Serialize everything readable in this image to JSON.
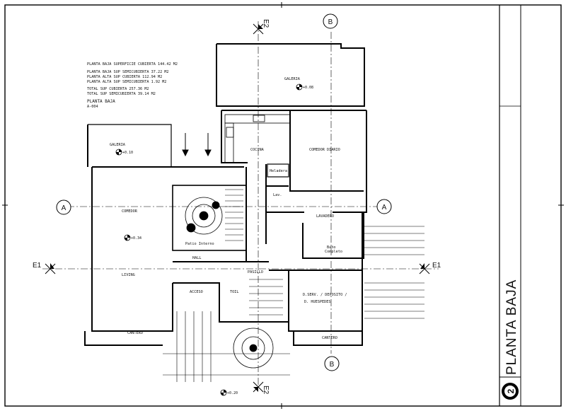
{
  "sheet": {
    "title": "PLANTA BAJA",
    "number": "2"
  },
  "areas": {
    "line1": "PLANTA BAJA SUPERFICIE CUBIERTA 144.42 M2",
    "line2": "PLANTA BAJA SUP SEMICUBIERTA 37.22 M2",
    "line3": "PLANTA ALTA SUP CUBIERTA 112.94 M2",
    "line4": "PLANTA ALTA SUP SEMICUBIERTA 1.92 M2",
    "line5": "TOTAL SUP CUBIERTA 257.36 M2",
    "line6": "TOTAL SUP SEMICUBIERTA 39.14 M2",
    "plan_name": "PLANTA BAJA",
    "plan_code": "A-004"
  },
  "rooms": {
    "galeria_top": "GALERIA",
    "galeria_left": "GALERIA",
    "cocina": "COCINA",
    "comedor_diario": "COMEDOR DIARIO",
    "heladera": "Heladera",
    "lav": "Lav.",
    "lavadero": "LAVADERO",
    "bano": "Baño",
    "completo": "Completo",
    "comedor": "COMEDOR",
    "patio": "Patio Interno",
    "hall": "HALL",
    "living": "LIVING",
    "pasillo": "PASILLO",
    "acceso": "ACCESO",
    "toil": "TOIL",
    "dserv": "D.SERV. / DEPOSITO /",
    "huespedes": "D. HUESPEDES",
    "cantero_left": "CANTERO",
    "cantero_right": "CANTERO"
  },
  "levels": {
    "galeria_top": "+0.08",
    "galeria_left": "+0.10",
    "comedor": "+0.34",
    "bottom": "+0.20"
  },
  "markers": {
    "a_left": "A",
    "a_right": "A",
    "b_top": "B",
    "b_bottom": "B",
    "e1_left": "E1",
    "e1_right": "E1",
    "e2_top": "E2",
    "e2_bottom": "E2"
  }
}
